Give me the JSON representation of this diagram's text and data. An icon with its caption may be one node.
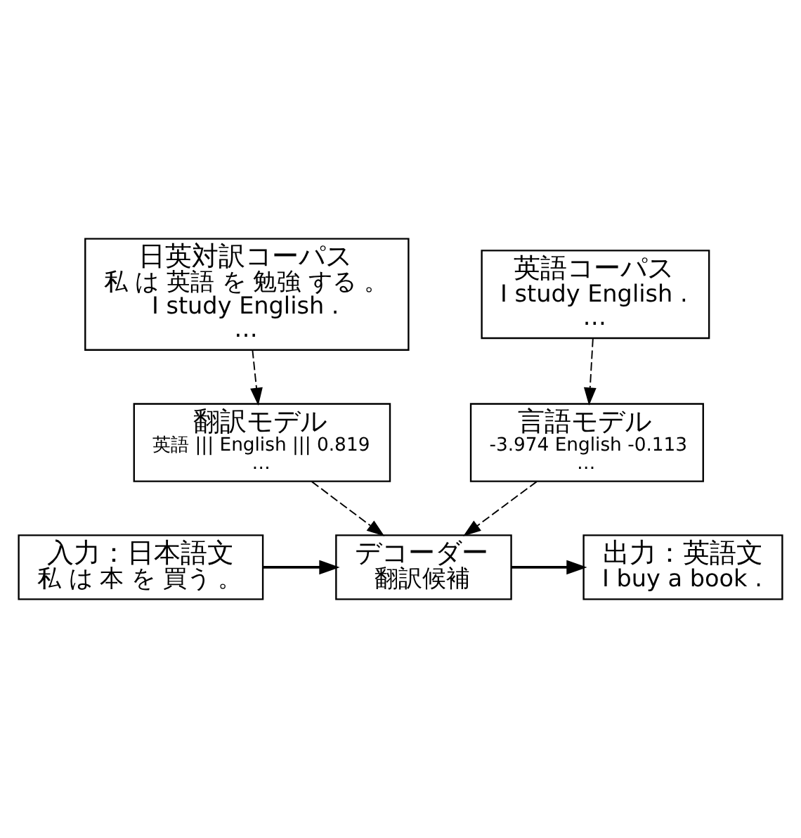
{
  "diagram": {
    "nodes": [
      {
        "text": [
          "日英対訳コーパス",
          "私 は 英語 を 勉強 する 。",
          "I study English .",
          "…"
        ]
      },
      {
        "text": [
          "英語コーパス",
          "I study English .",
          "…"
        ]
      },
      {
        "text": [
          "翻訳モデル",
          "英語 ||| English ||| 0.819",
          "…"
        ]
      },
      {
        "text": [
          "言語モデル",
          "-3.974 English -0.113",
          "…"
        ]
      },
      {
        "text": [
          "入力：日本語文",
          "私 は 本 を 買う 。"
        ]
      },
      {
        "text": [
          "デコーダー",
          "翻訳候補"
        ]
      },
      {
        "text": [
          "出力：英語文",
          "I buy a book ."
        ]
      }
    ],
    "edges": [
      {
        "from": 0,
        "to": 2,
        "arrow": "to",
        "style": "dashed"
      },
      {
        "from": 1,
        "to": 3,
        "arrow": "to",
        "style": "dashed"
      },
      {
        "from": 2,
        "to": 5,
        "arrow": "to",
        "style": "dashed"
      },
      {
        "from": 3,
        "to": 5,
        "arrow": "to",
        "style": "dashed"
      },
      {
        "from": 4,
        "to": 5,
        "arrow": "to"
      },
      {
        "from": 5,
        "to": 6,
        "arrow": "to"
      }
    ]
  }
}
